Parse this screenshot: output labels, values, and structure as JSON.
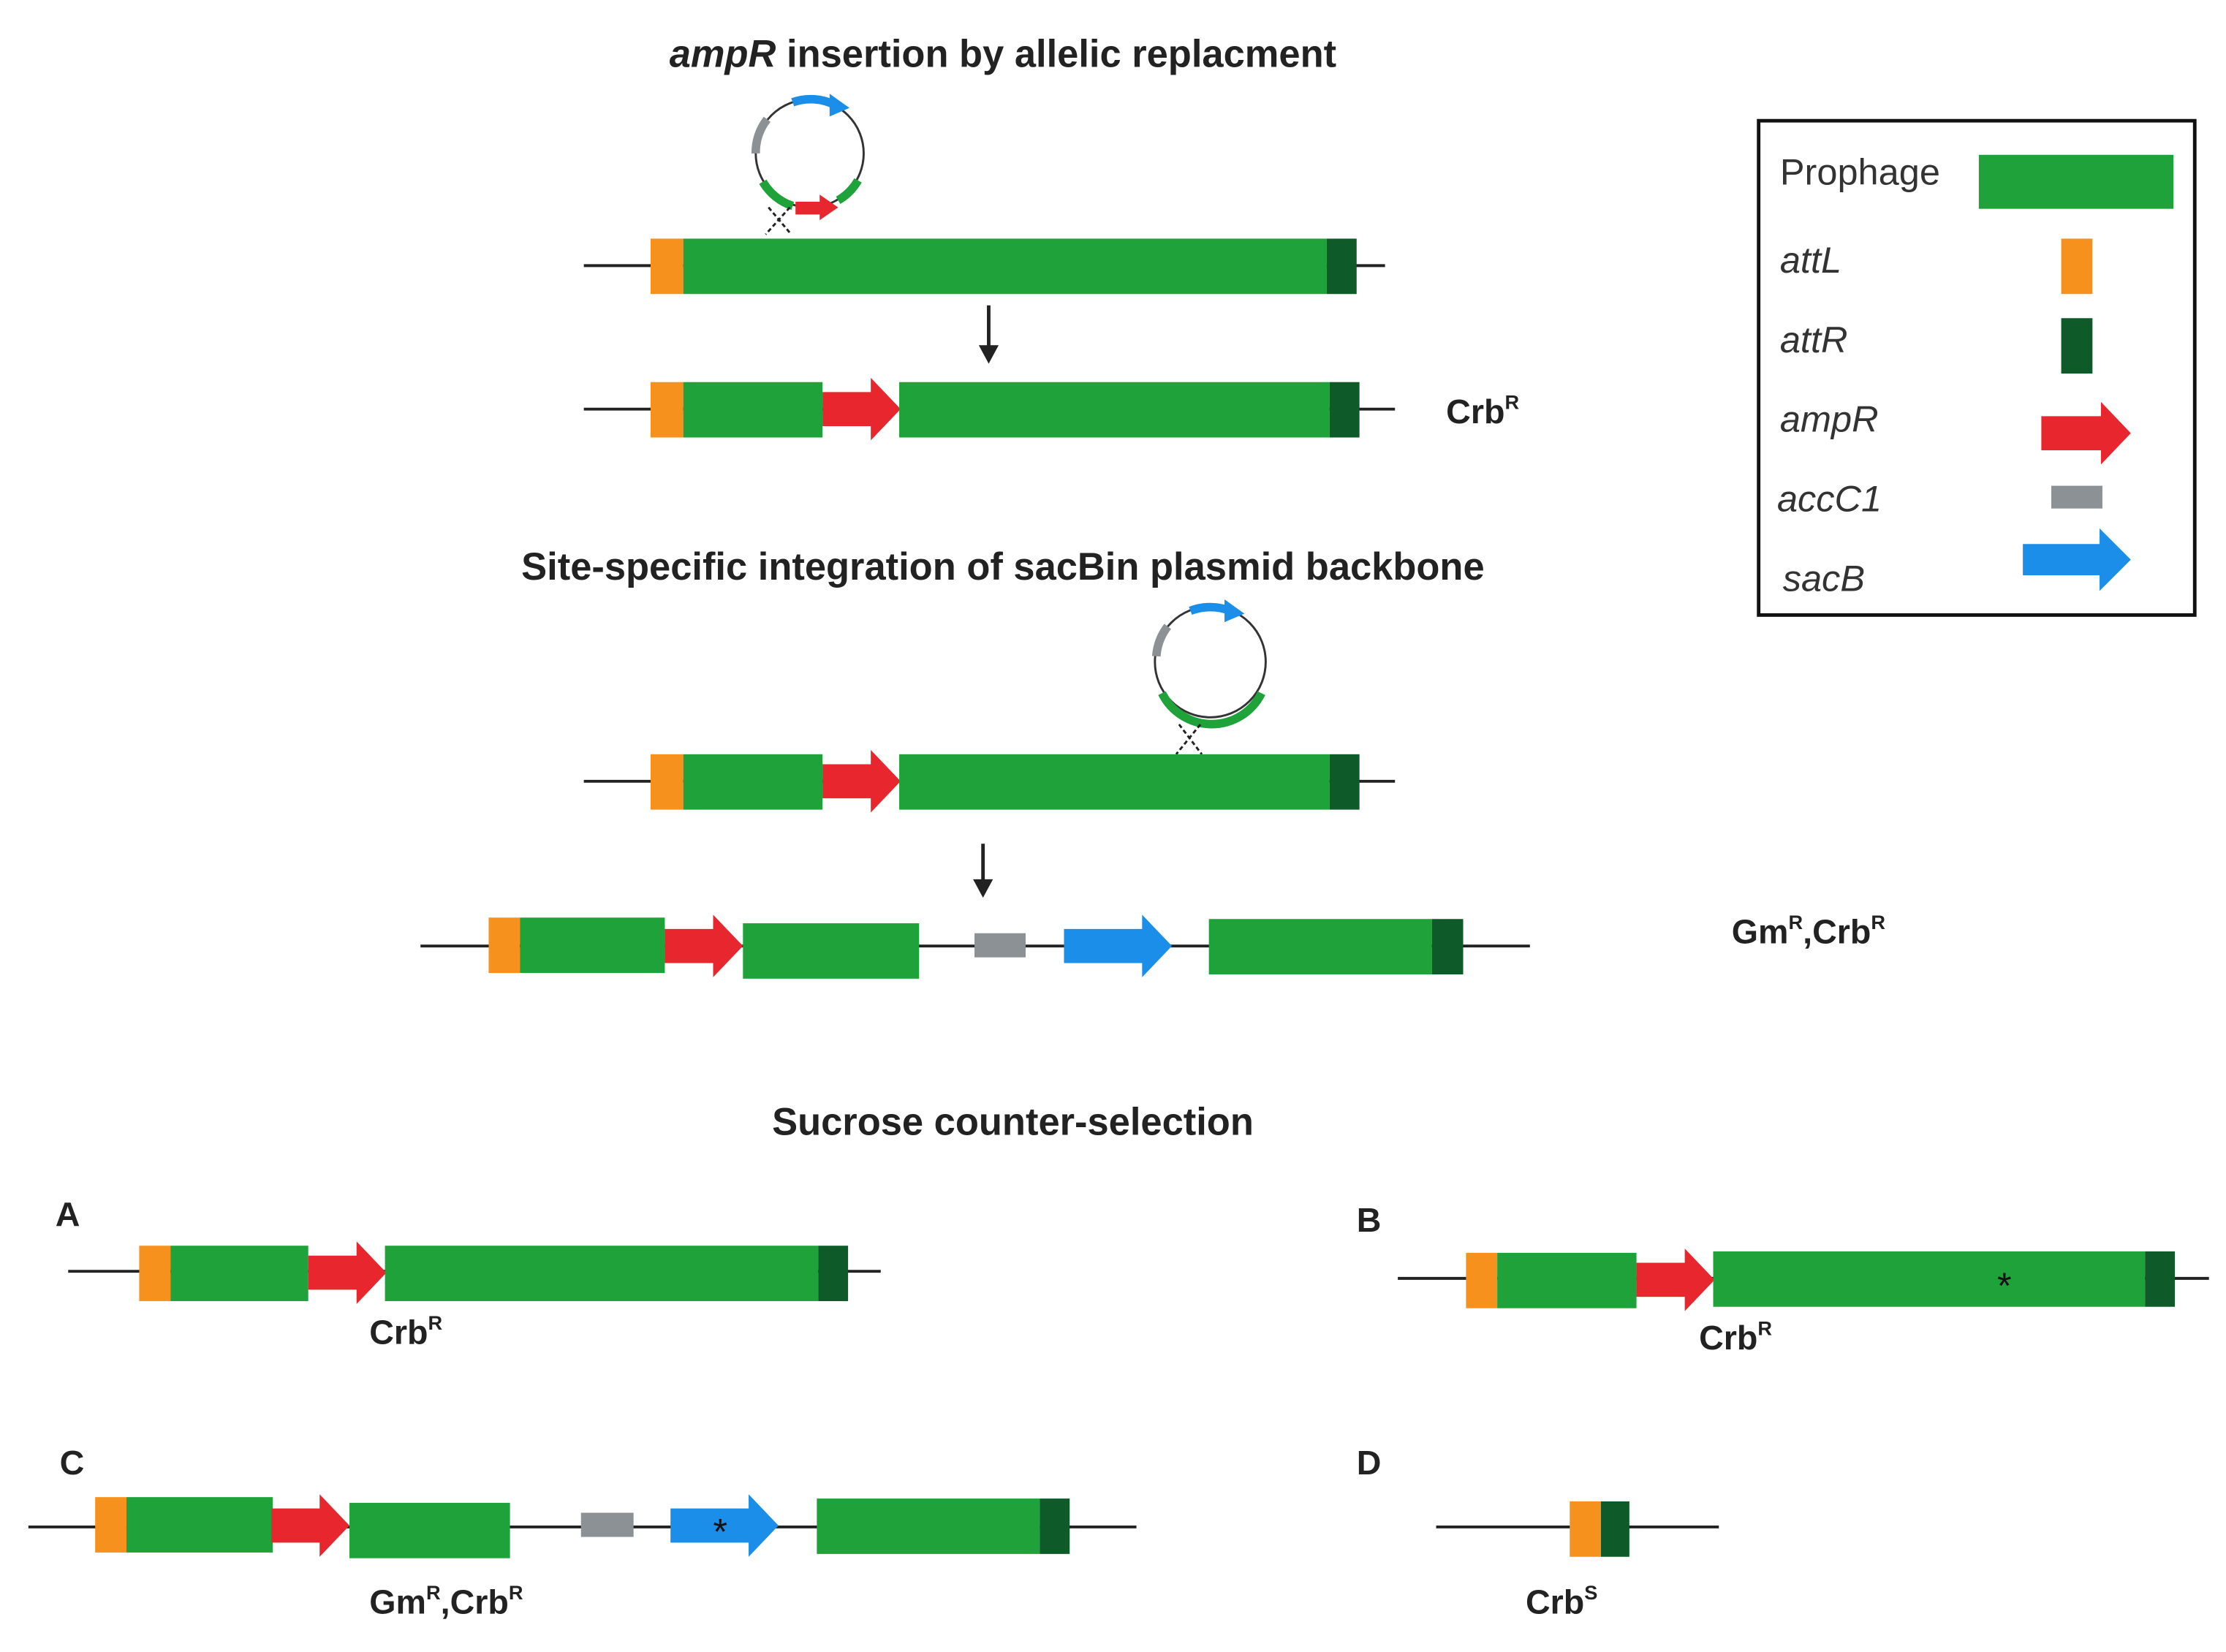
{
  "colors": {
    "prophage": "#1fa23a",
    "attL": "#f7911e",
    "attR": "#0e5a28",
    "ampR": "#e8262d",
    "accC1": "#8b9195",
    "sacB": "#1a8ee8",
    "line": "#222222"
  },
  "headings": {
    "step1_italic": "ampR",
    "step1_rest": " insertion by allelic replacment",
    "step2": "Site-specific integration of sacBin plasmid backbone",
    "step3": "Sucrose counter-selection"
  },
  "phenotypes": {
    "step1_result": {
      "base": "Crb",
      "sup": "R"
    },
    "step2_result": {
      "base1": "Gm",
      "sup1": "R",
      "sep": ",",
      "base2": "Crb",
      "sup2": "R"
    },
    "A": {
      "base": "Crb",
      "sup": "R"
    },
    "B": {
      "base": "Crb",
      "sup": "R"
    },
    "C": {
      "base1": "Gm",
      "sup1": "R",
      "sep": ",",
      "base2": "Crb",
      "sup2": "R"
    },
    "D": {
      "base": "Crb",
      "sup": "S"
    }
  },
  "panels": {
    "A": "A",
    "B": "B",
    "C": "C",
    "D": "D"
  },
  "mutation_mark": "*",
  "legend": {
    "items": [
      {
        "label": "Prophage",
        "italic": false,
        "icon": "prophage"
      },
      {
        "label": "attL",
        "italic": true,
        "icon": "attL"
      },
      {
        "label": "attR",
        "italic": true,
        "icon": "attR"
      },
      {
        "label": "ampR",
        "italic": true,
        "icon": "ampR"
      },
      {
        "label": "accC1",
        "italic": true,
        "icon": "accC1"
      },
      {
        "label": "sacB",
        "italic": true,
        "icon": "sacB"
      }
    ]
  }
}
